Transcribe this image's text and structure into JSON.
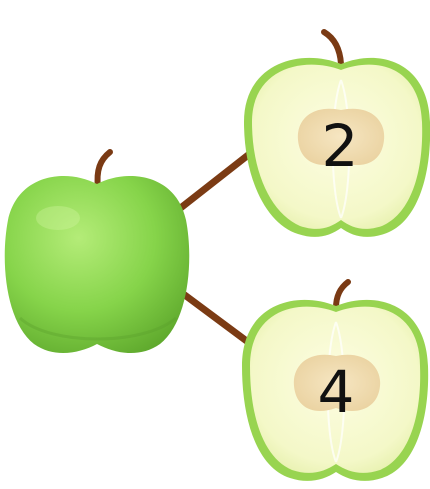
{
  "diagram": {
    "kind": "number-bond",
    "whole": {
      "label": ""
    },
    "parts": [
      {
        "value": "2"
      },
      {
        "value": "4"
      }
    ]
  },
  "colors": {
    "whole_apple_light": "#b4ec78",
    "whole_apple_mid": "#86d44a",
    "whole_apple_dark": "#5ea82c",
    "half_apple_skin": "#98d450",
    "half_apple_flesh_light": "#fdfde2",
    "half_apple_flesh": "#eef5bd",
    "apple_core": "#f2dfb4",
    "stem": "#7a3a14",
    "connector": "#7b3b14",
    "digit": "#111111"
  },
  "icons": {
    "whole": "green-apple-icon",
    "part": "apple-half-icon"
  }
}
